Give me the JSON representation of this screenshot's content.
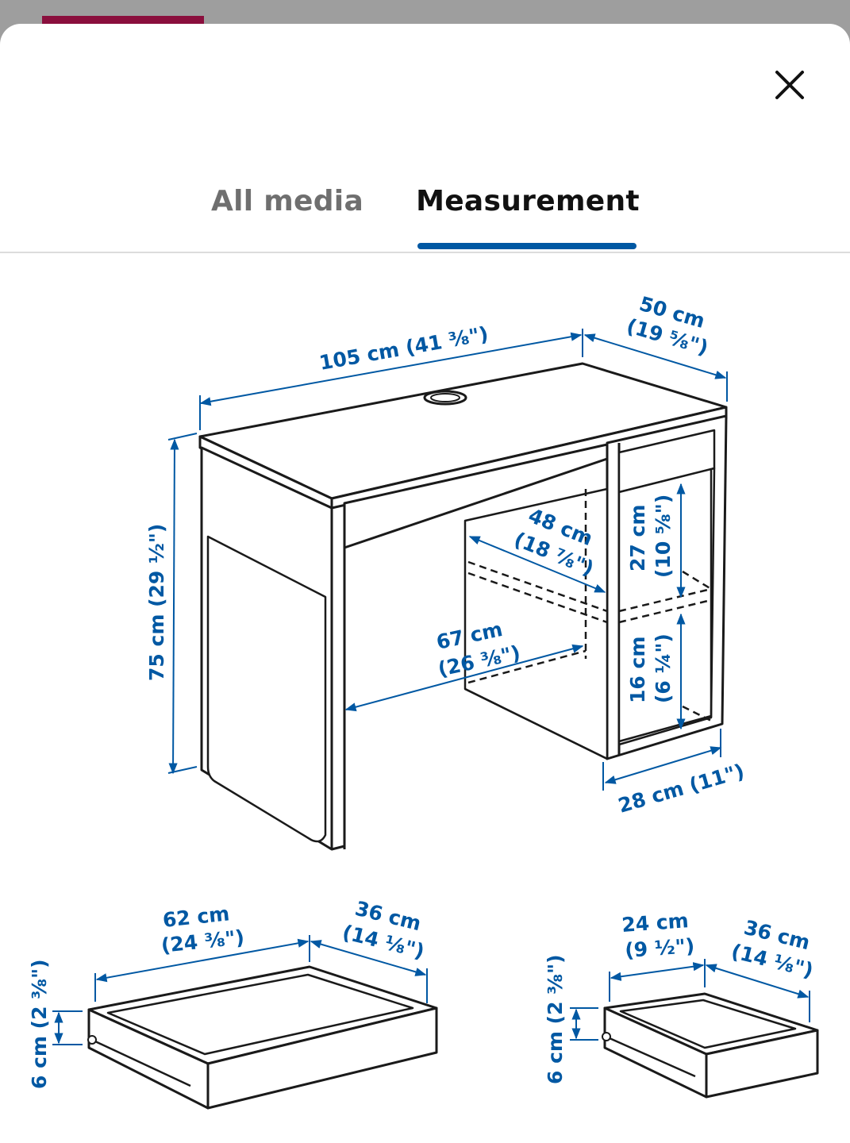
{
  "tabs": [
    {
      "label": "All media",
      "active": false
    },
    {
      "label": "Measurement",
      "active": true
    }
  ],
  "colors": {
    "accent": "#0058a3",
    "top_strip": "#8a0f3d",
    "line_art": "#1a1a1a",
    "inactive_tab": "#6f6f6f"
  },
  "icons": {
    "close": "close-icon"
  },
  "dimensions": {
    "desk_width": "105 cm (41 ⅜\")",
    "desk_depth_cm": "50 cm",
    "desk_depth_in": "(19 ⅝\")",
    "desk_height": "75 cm (29 ½\")",
    "leg_depth_cm": "48 cm",
    "leg_depth_in": "(18 ⅞\")",
    "knee_width_cm": "67 cm",
    "knee_width_in": "(26 ⅜\")",
    "shelf_top_cm": "27 cm",
    "shelf_top_in": "(10 ⅝\")",
    "shelf_bottom_cm": "16 cm",
    "shelf_bottom_in": "(6 ¼\")",
    "cabinet_width": "28 cm (11\")",
    "drawer_large_width_cm": "62 cm",
    "drawer_large_width_in": "(24 ⅜\")",
    "drawer_large_depth_cm": "36 cm",
    "drawer_large_depth_in": "(14 ⅛\")",
    "drawer_large_height": "6 cm (2 ⅜\")",
    "drawer_small_width_cm": "24 cm",
    "drawer_small_width_in": "(9 ½\")",
    "drawer_small_depth_cm": "36 cm",
    "drawer_small_depth_in": "(14 ⅛\")",
    "drawer_small_height": "6 cm (2 ⅜\")"
  }
}
